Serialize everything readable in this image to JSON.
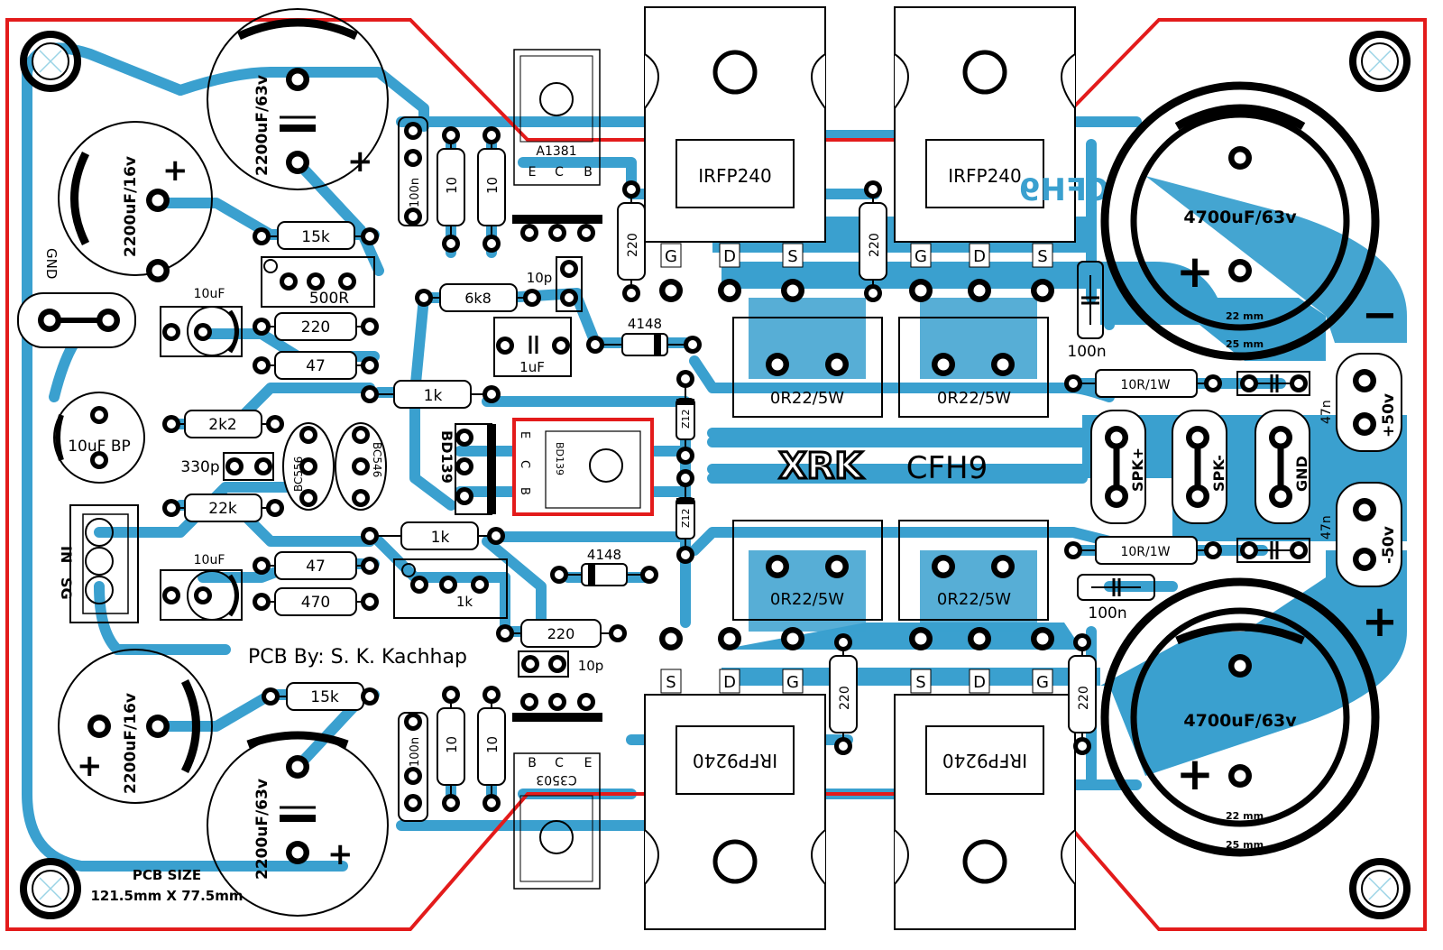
{
  "board": {
    "credit": "PCB By: S. K. Kachhap",
    "size_title": "PCB SIZE",
    "size_value": "121.5mm X 77.5mm",
    "logo_text": "XRK",
    "model": "CFH9",
    "colors": {
      "trace": "#3aa0cf",
      "outline": "#e31b1b",
      "silk": "#000000",
      "background": "#ffffff"
    }
  },
  "labels": {
    "gnd_left": "GND",
    "in": "IN",
    "sg": "SG",
    "spk_plus": "SPK+",
    "spk_minus": "SPK-",
    "gnd_right": "GND",
    "plus50": "+50v",
    "minus50": "-50v",
    "minus_sign": "−",
    "plus_sign": "+"
  },
  "components": {
    "cap_2200_63_top": "2200uF/63v",
    "cap_2200_16_top": "2200uF/16v",
    "cap_2200_16_bot": "2200uF/16v",
    "cap_2200_63_bot": "2200uF/63v",
    "cap_4700_top": "4700uF/63v",
    "cap_4700_bot": "4700uF/63v",
    "cap_10uf_1": "10uF",
    "cap_10uf_2": "10uF",
    "cap_10uf_bp": "10uF BP",
    "cap_1uf": "1uF",
    "cap_330p": "330p",
    "cap_10p_top": "10p",
    "cap_10p_bot": "10p",
    "cap_100n_tl": "100n",
    "cap_100n_bl": "100n",
    "cap_100n_tr": "100n",
    "cap_100n_br": "100n",
    "cap_47n_top": "47n",
    "cap_47n_bot": "47n",
    "r_15k_top": "15k",
    "r_15k_bot": "15k",
    "r_500r": "500R",
    "r_220_a": "220",
    "r_47_a": "47",
    "r_2k2": "2k2",
    "r_22k": "22k",
    "r_47_b": "47",
    "r_470": "470",
    "r_6k8": "6k8",
    "r_1k_a": "1k",
    "r_1k_b": "1k",
    "r_1k_trim": "1k",
    "r_220_b": "220",
    "r_10_a": "10",
    "r_10_b": "10",
    "r_10_c": "10",
    "r_10_d": "10",
    "r_220_g1": "220",
    "r_220_g2": "220",
    "r_220_g3": "220",
    "r_220_g4": "220",
    "r_10r_top": "10R/1W",
    "r_10r_bot": "10R/1W",
    "r_0r22_1": "0R22/5W",
    "r_0r22_2": "0R22/5W",
    "r_0r22_3": "0R22/5W",
    "r_0r22_4": "0R22/5W",
    "d_4148_top": "4148",
    "d_4148_bot": "4148",
    "d_z12_top": "Z12",
    "d_z12_bot": "Z12",
    "q_a1381": "A1381",
    "q_c3503": "C3503",
    "q_bd139_a": "BD139",
    "q_bd139_b": "BD139",
    "q_bc556": "BC556",
    "q_bc546": "BC546",
    "q_irfp240_1": "IRFP240",
    "q_irfp240_2": "IRFP240",
    "q_irfp9240_1": "IRFP9240",
    "q_irfp9240_2": "IRFP9240",
    "mm22": "22 mm",
    "mm25": "25 mm"
  },
  "pins": {
    "e": "E",
    "c": "C",
    "b": "B",
    "g": "G",
    "d": "D",
    "s": "S"
  }
}
